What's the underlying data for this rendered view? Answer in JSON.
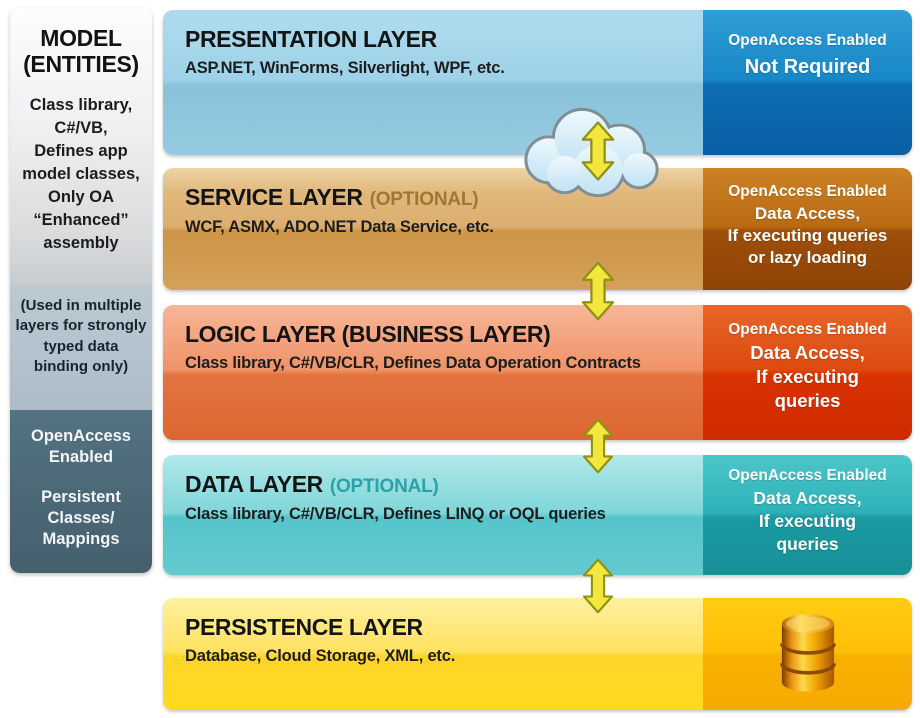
{
  "sidebar": {
    "title": "MODEL\n(ENTITIES)",
    "description": "Class library,\nC#/VB,\nDefines app\nmodel classes,\nOnly OA\n“Enhanced”\nassembly",
    "note": "(Used in multiple\nlayers for strongly\ntyped data\nbinding only)",
    "footer_top": "OpenAccess\nEnabled",
    "footer_bottom": "Persistent\nClasses/\nMappings",
    "colors": {
      "top_bg": "#e7e9ea",
      "note_bg": "#b4c2cc",
      "footer_bg": "#4e6b7b"
    }
  },
  "layers": [
    {
      "title": "PRESENTATION LAYER",
      "optional": "",
      "subtitle": "ASP.NET, WinForms, Silverlight, WPF, etc.",
      "right_header": "OpenAccess Enabled",
      "right_emphasis": "Not Required",
      "colors": {
        "main_top": "#aedcee",
        "main_bottom": "#95cbe0",
        "side_top": "#2f9ed6",
        "side_bottom": "#0a5ea4"
      }
    },
    {
      "title": "SERVICE LAYER",
      "optional": "(OPTIONAL)",
      "subtitle": "WCF, ASMX, ADO.NET Data Service, etc.",
      "right_header": "OpenAccess Enabled",
      "right_emphasis": "Data Access,\nIf executing queries\nor lazy loading",
      "colors": {
        "main_top": "#e0b87c",
        "main_bottom": "#d4a159",
        "side_top": "#cd8226",
        "side_bottom": "#8f4407"
      }
    },
    {
      "title": "LOGIC LAYER (BUSINESS LAYER)",
      "optional": "",
      "subtitle": "Class library, C#/VB/CLR, Defines Data Operation Contracts",
      "right_header": "OpenAccess Enabled",
      "right_emphasis": "Data Access,\nIf executing\nqueries",
      "colors": {
        "main_top": "#f7b697",
        "main_bottom": "#dc6630",
        "side_top": "#e8662a",
        "side_bottom": "#d02b00"
      }
    },
    {
      "title": "DATA LAYER",
      "optional": "(OPTIONAL)",
      "subtitle": "Class library, C#/VB/CLR, Defines LINQ or OQL queries",
      "right_header": "OpenAccess Enabled",
      "right_emphasis": "Data Access,\nIf executing\nqueries",
      "colors": {
        "main_top": "#b2e8e9",
        "main_bottom": "#63cacf",
        "side_top": "#4cc7c9",
        "side_bottom": "#179098"
      }
    },
    {
      "title": "PERSISTENCE LAYER",
      "optional": "",
      "subtitle": "Database, Cloud Storage, XML, etc.",
      "right_header": "",
      "right_emphasis": "",
      "right_icon": "database-icon",
      "colors": {
        "main_top": "#ffe260",
        "main_bottom": "#ffd91e",
        "side_top": "#ffcd12",
        "side_bottom": "#f5aa00"
      }
    }
  ],
  "connectors": {
    "cloud_icon": "cloud-icon",
    "arrow_icon": "double-arrow-icon",
    "arrow_color": "#f3e63c",
    "arrow_outline": "#8f9114"
  }
}
